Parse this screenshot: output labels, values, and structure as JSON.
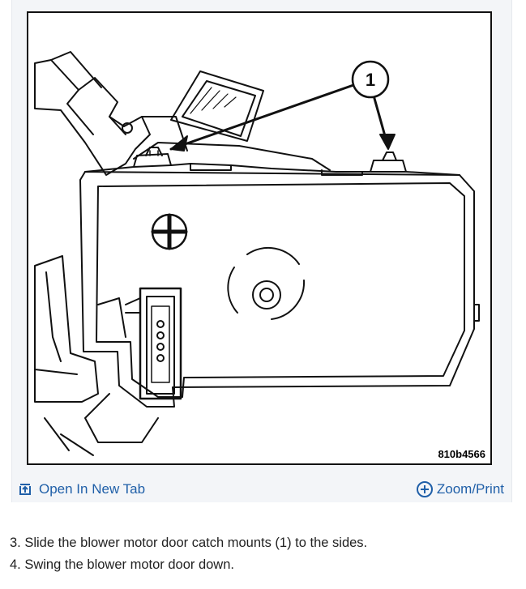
{
  "figure": {
    "callout": "1",
    "code": "810b4566"
  },
  "toolbar": {
    "open_new_tab": "Open In New Tab",
    "zoom_print": "Zoom/Print"
  },
  "steps": [
    "3. Slide the blower motor door catch mounts (1) to the sides.",
    "4. Swing the blower motor door down."
  ]
}
